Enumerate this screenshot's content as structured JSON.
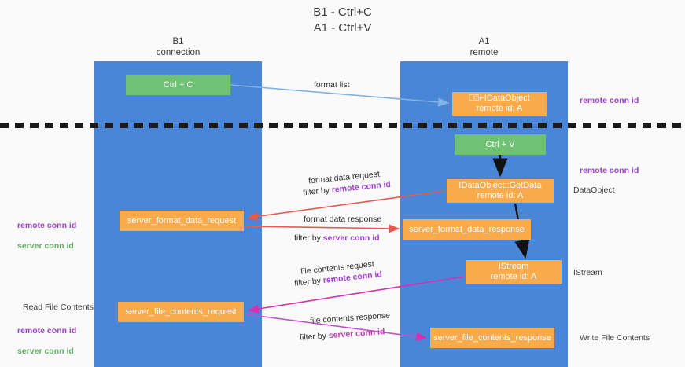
{
  "title": "B1 - Ctrl+C\nA1 - Ctrl+V",
  "lanes": [
    {
      "name": "lane-b1",
      "heading": "B1\nconnection"
    },
    {
      "name": "lane-a1",
      "heading": "A1\nremote"
    }
  ],
  "nodes": {
    "ctrl_c": "Ctrl + C",
    "dataobject": "⎕⍰⌐IDataObject\nremote id: A",
    "ctrl_v": "Ctrl + V",
    "getdata": "IDataObject::GetData\nremote id: A",
    "server_format_data_request": "server_format_data_request",
    "server_format_data_response": "server_format_data_response",
    "istream": "IStream\nremote id: A",
    "server_file_contents_request": "server_file_contents_request",
    "server_file_contents_response": "server_file_contents_response"
  },
  "edge_labels": {
    "format_list": "format list",
    "format_data_request": "format data request",
    "filter_by_remote_1_prefix": "filter by ",
    "filter_by_remote_1_value": "remote conn id",
    "format_data_response": "format data response",
    "filter_by_server_1_prefix": "filter by ",
    "filter_by_server_1_value": "server conn id",
    "file_contents_request": "file contents request",
    "filter_by_remote_2_prefix": "filter by ",
    "filter_by_remote_2_value": "remote conn id",
    "file_contents_response": "file contents response",
    "filter_by_server_2_prefix": "filter by ",
    "filter_by_server_2_value": "server conn id"
  },
  "annotations": {
    "right_remote_conn_id_1": "remote conn id",
    "right_remote_conn_id_2": "remote conn id",
    "right_dataobject": "DataObject",
    "right_istream": "IStream",
    "right_write_file_contents": "Write File Contents",
    "left_remote_conn_id": "remote conn id",
    "left_server_conn_id": "server conn id",
    "left_read_file_contents": "Read File Contents",
    "left_remote_conn_id_2": "remote conn id",
    "left_server_conn_id_2": "server conn id"
  },
  "colors": {
    "lane": "#4a86d8",
    "green_node": "#6fc173",
    "orange_node": "#f9aa4b",
    "purple_text": "#a03fd0",
    "green_text": "#5fae63",
    "arrow_blue": "#7fb2e5",
    "arrow_red": "#e8594f",
    "arrow_magenta": "#d62fb0",
    "arrow_purple": "#a05ad0",
    "arrow_black": "#111111",
    "background": "#fafafa"
  }
}
